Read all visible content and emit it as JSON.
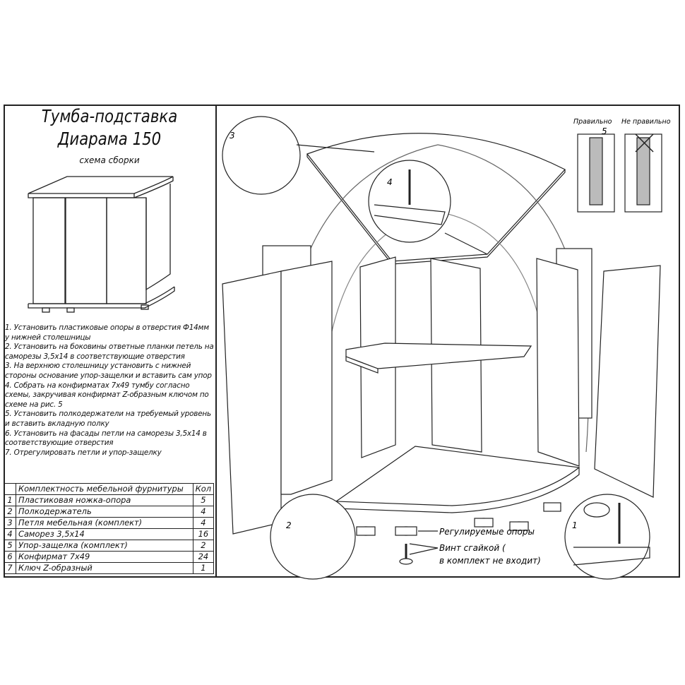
{
  "title_line1": "Тумба-подставка",
  "title_line2": "Диарама 150",
  "subtitle": "схема сборки",
  "steps": [
    "1. Установить пластиковые опоры в отверстия Ф14мм у нижней столешницы",
    "2. Установить на боковины ответные планки петель на саморезы 3,5х14 в соответствующие отверстия",
    "3. На верхнюю столешницу  установить с нижней стороны основание упор-защелки и вставить сам упор",
    "4. Собрать на конфирматах 7х49 тумбу согласно схемы, закручивая конфирмат Z-образным ключом по схеме на рис. 5",
    "5. Установить полкодержатели на требуемый уровень и вставить вкладную полку",
    "6. Установить на фасады петли на саморезы 3,5х14 в соответствующие отверстия",
    "7. Отрегулировать петли и упор-защелку"
  ],
  "parts_table": {
    "header": {
      "name": "Комплектность мебельной фурнитуры",
      "qty": "Кол"
    },
    "rows": [
      {
        "n": "1",
        "name": "Пластиковая ножка-опора",
        "qty": "5"
      },
      {
        "n": "2",
        "name": "Полкодержатель",
        "qty": "4"
      },
      {
        "n": "3",
        "name": "Петля мебельная (комплект)",
        "qty": "4"
      },
      {
        "n": "4",
        "name": "Саморез 3,5х14",
        "qty": "16"
      },
      {
        "n": "5",
        "name": "Упор-защелка (комплект)",
        "qty": "2"
      },
      {
        "n": "6",
        "name": "Конфирмат 7х49",
        "qty": "24"
      },
      {
        "n": "7",
        "name": "Ключ Z-образный",
        "qty": "1"
      }
    ]
  },
  "diagram": {
    "correct_label": "Правильно",
    "incorrect_label": "Не правильно",
    "detail_5": "5",
    "detail_3": "3",
    "detail_4": "4",
    "detail_2": "2",
    "detail_1": "1",
    "label_feet": "Регулируемые опоры",
    "label_screw_line1": "Винт сгайкой (",
    "label_screw_line2": "в комплект не входит)"
  }
}
